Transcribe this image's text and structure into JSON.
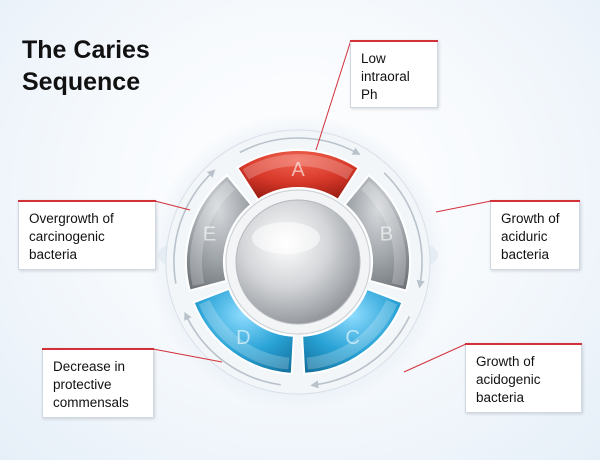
{
  "title": {
    "line1": "The Caries",
    "line2": "Sequence"
  },
  "segments": [
    {
      "letter": "A",
      "color": "red"
    },
    {
      "letter": "B",
      "color": "gray"
    },
    {
      "letter": "C",
      "color": "blue"
    },
    {
      "letter": "D",
      "color": "blue"
    },
    {
      "letter": "E",
      "color": "gray"
    }
  ],
  "callouts": {
    "a": {
      "lines": [
        "Low",
        "intraoral",
        "Ph"
      ]
    },
    "b": {
      "lines": [
        "Growth of",
        "aciduric",
        "bacteria"
      ]
    },
    "c": {
      "lines": [
        "Growth of",
        "acidogenic",
        "bacteria"
      ]
    },
    "d": {
      "lines": [
        "Decrease in",
        "protective",
        "commensals"
      ]
    },
    "e": {
      "lines": [
        "Overgrowth of",
        "carcinogenic",
        "bacteria"
      ]
    }
  },
  "colors": {
    "accent_red": "#d3313a",
    "segment_red": "#d8392a",
    "segment_blue": "#2aa3d6",
    "segment_gray": "#9ea3a8"
  }
}
